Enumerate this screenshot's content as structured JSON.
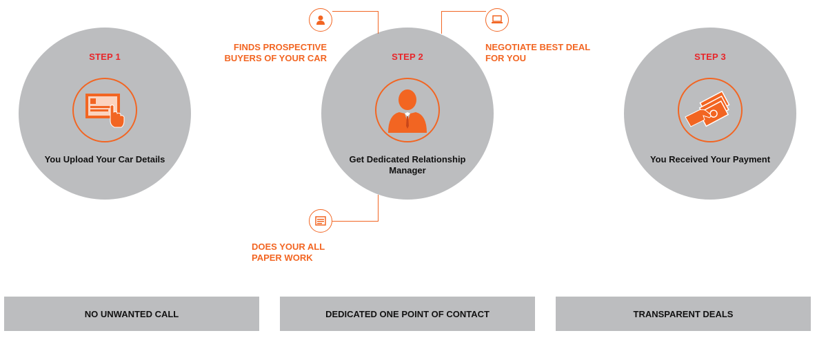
{
  "steps": [
    {
      "label": "STEP 1",
      "title": "You Upload Your Car Details",
      "icon": "upload-card-icon"
    },
    {
      "label": "STEP 2",
      "title": "Get Dedicated Relationship Manager",
      "icon": "relationship-manager-icon"
    },
    {
      "label": "STEP 3",
      "title": "You Received Your Payment",
      "icon": "payment-icon"
    }
  ],
  "services": {
    "buyers": {
      "text": "FINDS PROSPECTIVE\nBUYERS OF YOUR CAR",
      "icon": "person-icon"
    },
    "negotiate": {
      "text": "NEGOTIATE BEST DEAL\nFOR YOU",
      "icon": "laptop-icon"
    },
    "paperwork": {
      "text": "DOES YOUR ALL\nPAPER WORK",
      "icon": "document-icon"
    }
  },
  "benefits": [
    "NO UNWANTED CALL",
    "DEDICATED ONE POINT OF CONTACT",
    "TRANSPARENT DEALS"
  ],
  "colors": {
    "accent": "#f26522",
    "step_label": "#e8262a",
    "circle": "#bcbdbf",
    "bar": "#bcbdbf"
  }
}
